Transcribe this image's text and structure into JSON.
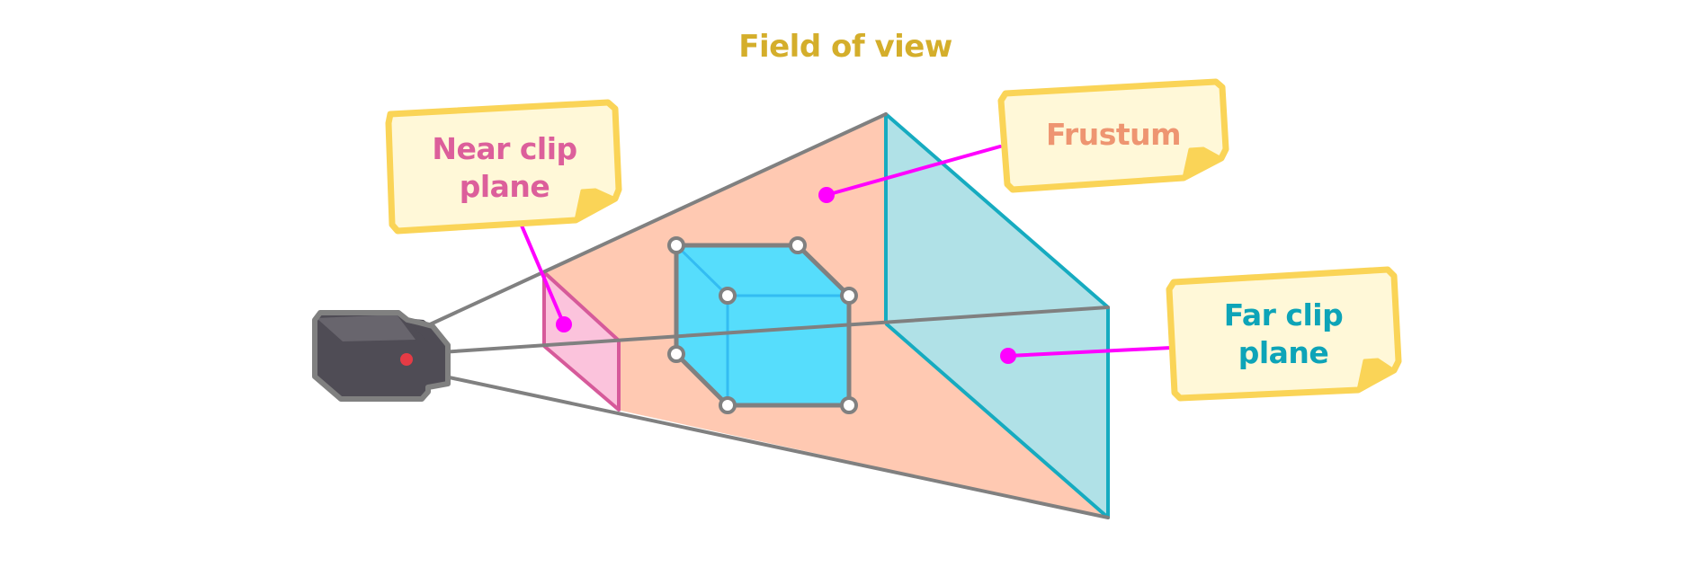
{
  "diagram": {
    "title": "Field of view",
    "labels": {
      "near_clip": {
        "line1": "Near clip",
        "line2": "plane"
      },
      "frustum": {
        "line1": "Frustum"
      },
      "far_clip": {
        "line1": "Far clip",
        "line2": "plane"
      }
    },
    "colors": {
      "title": "#D4AE2B",
      "near_label": "#DC5F9B",
      "frustum_label": "#EE9571",
      "far_label": "#0DA4B8",
      "frustum_fill": "#FFC9B2",
      "far_plane_fill": "#B0E1E7",
      "far_plane_stroke": "#16ABC0",
      "near_plane_fill": "#FBC3DC",
      "near_plane_stroke": "#D65A9A",
      "cube_fill": "#56DDFC",
      "cube_inner": "#33BCF2",
      "outline_gray": "#808080",
      "pointer": "#FF00FF",
      "note_fill": "#FFF8D8",
      "note_border": "#FAD457",
      "camera_body": "#4F4C55",
      "camera_top": "#68656D",
      "camera_dot": "#E53B45"
    },
    "icons": [
      "camera-icon",
      "cube-icon"
    ]
  }
}
